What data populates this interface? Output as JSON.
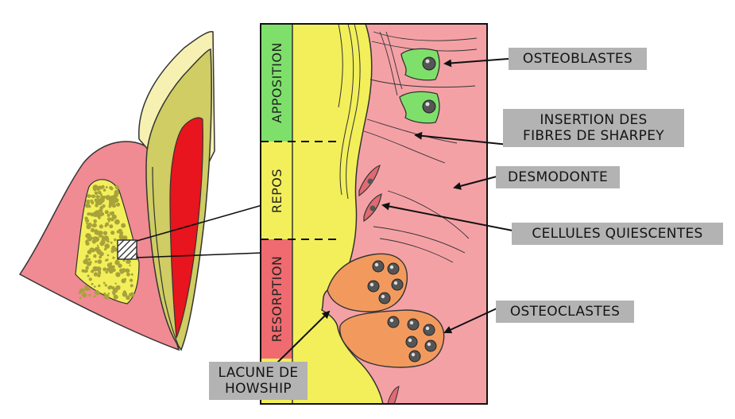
{
  "zones": {
    "apposition": "APPOSITION",
    "repos": "REPOS",
    "resorption": "RESORPTION"
  },
  "labels": {
    "osteoblastes": "OSTEOBLASTES",
    "sharpey_line1": "INSERTION DES",
    "sharpey_line2": "FIBRES DE SHARPEY",
    "desmodonte": "DESMODONTE",
    "quiescentes": "CELLULES QUIESCENTES",
    "osteoclastes": "OSTEOCLASTES",
    "howship_line1": "LACUNE DE",
    "howship_line2": "HOWSHIP"
  },
  "colors": {
    "bone_yellow": "#f2ef5a",
    "ligament_pink": "#f4a1a6",
    "gum_pink": "#f08a93",
    "pulp_red": "#e8141e",
    "dentin": "#cfcd63",
    "enamel": "#f6f1b2",
    "apposition_green": "#7ee06b",
    "resorption_red": "#ef6b70",
    "osteoclast_orange": "#f29a5e",
    "label_gray": "#b3b3b3"
  }
}
